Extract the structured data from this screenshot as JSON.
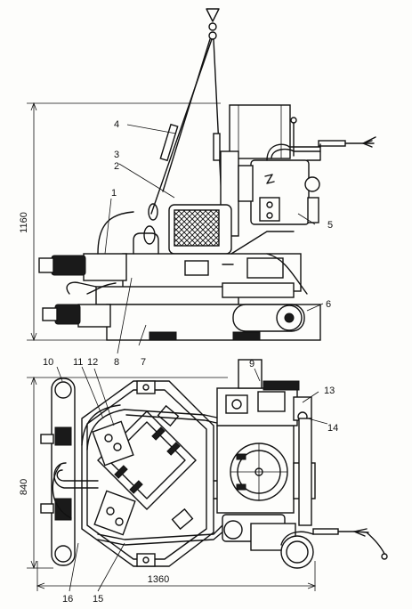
{
  "callouts": {
    "c1": "1",
    "c2": "2",
    "c3": "3",
    "c4": "4",
    "c5": "5",
    "c6": "6",
    "c7": "7",
    "c8": "8",
    "c9": "9",
    "c10": "10",
    "c11": "11",
    "c12": "12",
    "c13": "13",
    "c14": "14",
    "c15": "15",
    "c16": "16"
  },
  "dimensions": {
    "height": "1160",
    "depth": "840",
    "width": "1360"
  }
}
